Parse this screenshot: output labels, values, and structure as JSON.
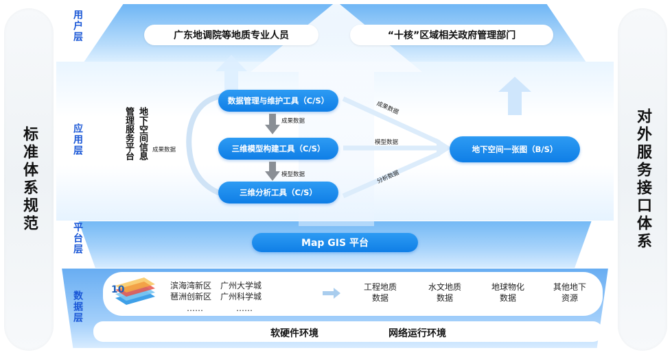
{
  "left_pillar": "标准体系规范",
  "right_pillar": "对外服务接口体系",
  "layers": {
    "user": "用户层",
    "app": "应用层",
    "platform": "平台层",
    "data": "数据层"
  },
  "user_layer": {
    "left": "广东地调院等地质专业人员",
    "right": "“十核”区域相关政府管理部门"
  },
  "app_layer": {
    "col_a": "管理服务平台",
    "col_b": "地下空间信息",
    "side_label": "成果数据",
    "tools": [
      "数据管理与维护工具（C/S）",
      "三维模型构建工具（C/S）",
      "三维分析工具（C/S）"
    ],
    "down_labels": [
      "成果数据",
      "模型数据"
    ],
    "target": "地下空间一张图（B/S）",
    "arrow_labels": [
      "成果数据",
      "模型数据",
      "分析数据"
    ]
  },
  "platform_layer": {
    "label": "Map GIS 平台"
  },
  "data_layer": {
    "region_col1": [
      "滨海湾新区",
      "琶洲创新区",
      "……"
    ],
    "region_col2": [
      "广州大学城",
      "广州科学城",
      "……"
    ],
    "categories": [
      "工程地质\n数据",
      "水文地质\n数据",
      "地球物化\n数据",
      "其他地下\n资源"
    ],
    "env": [
      "软硬件环境",
      "网络运行环境"
    ]
  }
}
